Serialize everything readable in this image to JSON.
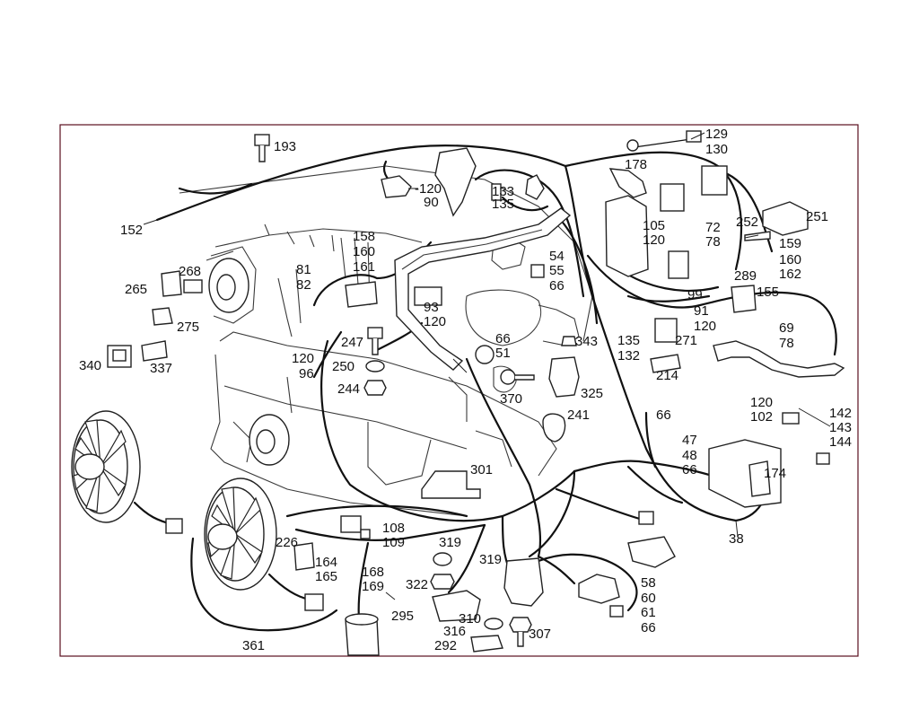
{
  "labels": {
    "l193": "193",
    "l152": "152",
    "l120a": "-120",
    "l90": "90",
    "l133": "133",
    "l135a": "135",
    "l178": "178",
    "l129": "129",
    "l130": "130",
    "l105": "105",
    "l120b": "120",
    "l72": "72",
    "l78a": "78",
    "l252": "252",
    "l251": "251",
    "l159": "159",
    "l160a": "160",
    "l162": "162",
    "l158": "158",
    "l160b": "160",
    "l161": "161",
    "l81": "81",
    "l82": "82",
    "l268": "268",
    "l265": "265",
    "l275": "275",
    "l340": "340",
    "l337": "337",
    "l93": "93",
    "l120c": "120",
    "l54": "54",
    "l55": "55",
    "l66a": "66",
    "l289": "289",
    "l155": "155",
    "l99": "99",
    "l91": "91",
    "l120d": "120",
    "l69": "69",
    "l78b": "78",
    "l247": "247",
    "l120e": "120",
    "l96": "96",
    "l250": "250",
    "l244": "244",
    "l66b": "66",
    "l51": "51",
    "l343": "343",
    "l135b": "135",
    "l132": "132",
    "l271": "271",
    "l214": "214",
    "l370": "370",
    "l325": "325",
    "l241": "241",
    "l66c": "66",
    "l120f": "120",
    "l102": "102",
    "l142": "142",
    "l143": "143",
    "l144": "144",
    "l47": "47",
    "l48": "48",
    "l66d": "66",
    "l174": "174",
    "l301": "301",
    "l38": "38",
    "l108": "108",
    "l109": "109",
    "l319a": "319",
    "l319b": "319",
    "l226": "226",
    "l164": "164",
    "l165": "165",
    "l168": "168",
    "l169": "169",
    "l322": "322",
    "l58": "58",
    "l60": "60",
    "l61": "61",
    "l66e": "66",
    "l295": "295",
    "l310": "310",
    "l316": "316",
    "l307": "307",
    "l292": "292",
    "l361": "361"
  },
  "colors": {
    "frame": "#5a0f1e",
    "wire": "#111111",
    "accent": "#8b1a2b"
  }
}
